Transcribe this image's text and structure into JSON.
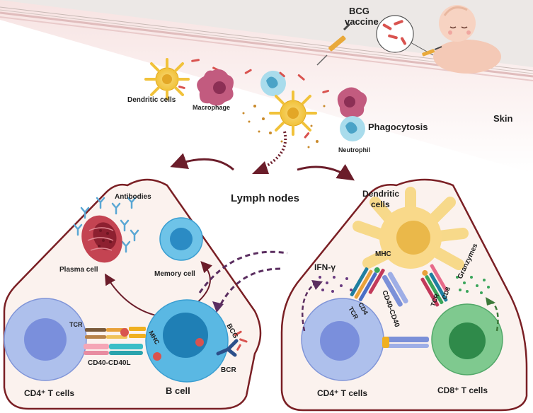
{
  "labels": {
    "vaccine_line1": "BCG",
    "vaccine_line2": "vaccine",
    "skin": "Skin",
    "dendritic_cells": "Dendritic cells",
    "macrophage": "Macrophage",
    "phagocytosis": "Phagocytosis",
    "neutrophil": "Neutrophil",
    "lymph_nodes": "Lymph nodes",
    "antibodies": "Antibodies",
    "plasma_cell": "Plasma cell",
    "memory_cell": "Memory cell",
    "tcr_left": "TCR",
    "mhc_left": "MHC",
    "bcg_right": "BCG",
    "cd40_cd40l": "CD40-CD40L",
    "bcr": "BCR",
    "b_cell": "B  cell",
    "cd4_t_cells_left": "CD4⁺ T cells",
    "dendritic_cells_right_line1": "Dendritic",
    "dendritic_cells_right_line2": "cells",
    "ifn_gamma": "IFN-γ",
    "mhc_right": "MHC",
    "granzymes": "Granzymes",
    "tcr_cd4": "TCR",
    "cd4": "CD4",
    "cd40_cd40_right": "CD40-CD40",
    "tcr_cd8": "TCR",
    "cd8": "CD8",
    "cd4_t_cells_right": "CD4⁺ T cells",
    "cd8_t_cells": "CD8⁺ T cells"
  },
  "colors": {
    "outline": "#7a1f24",
    "skin_top": "#f3d9d8",
    "dendritic": "#f5c842",
    "macrophage": "#c25b7f",
    "neutrophil": "#7fc6dc",
    "plasma": "#b8333f",
    "memory": "#5ab8e3",
    "cd4": "#9fb4e6",
    "cd8": "#6fbf82",
    "bcell": "#5ab8e3"
  }
}
